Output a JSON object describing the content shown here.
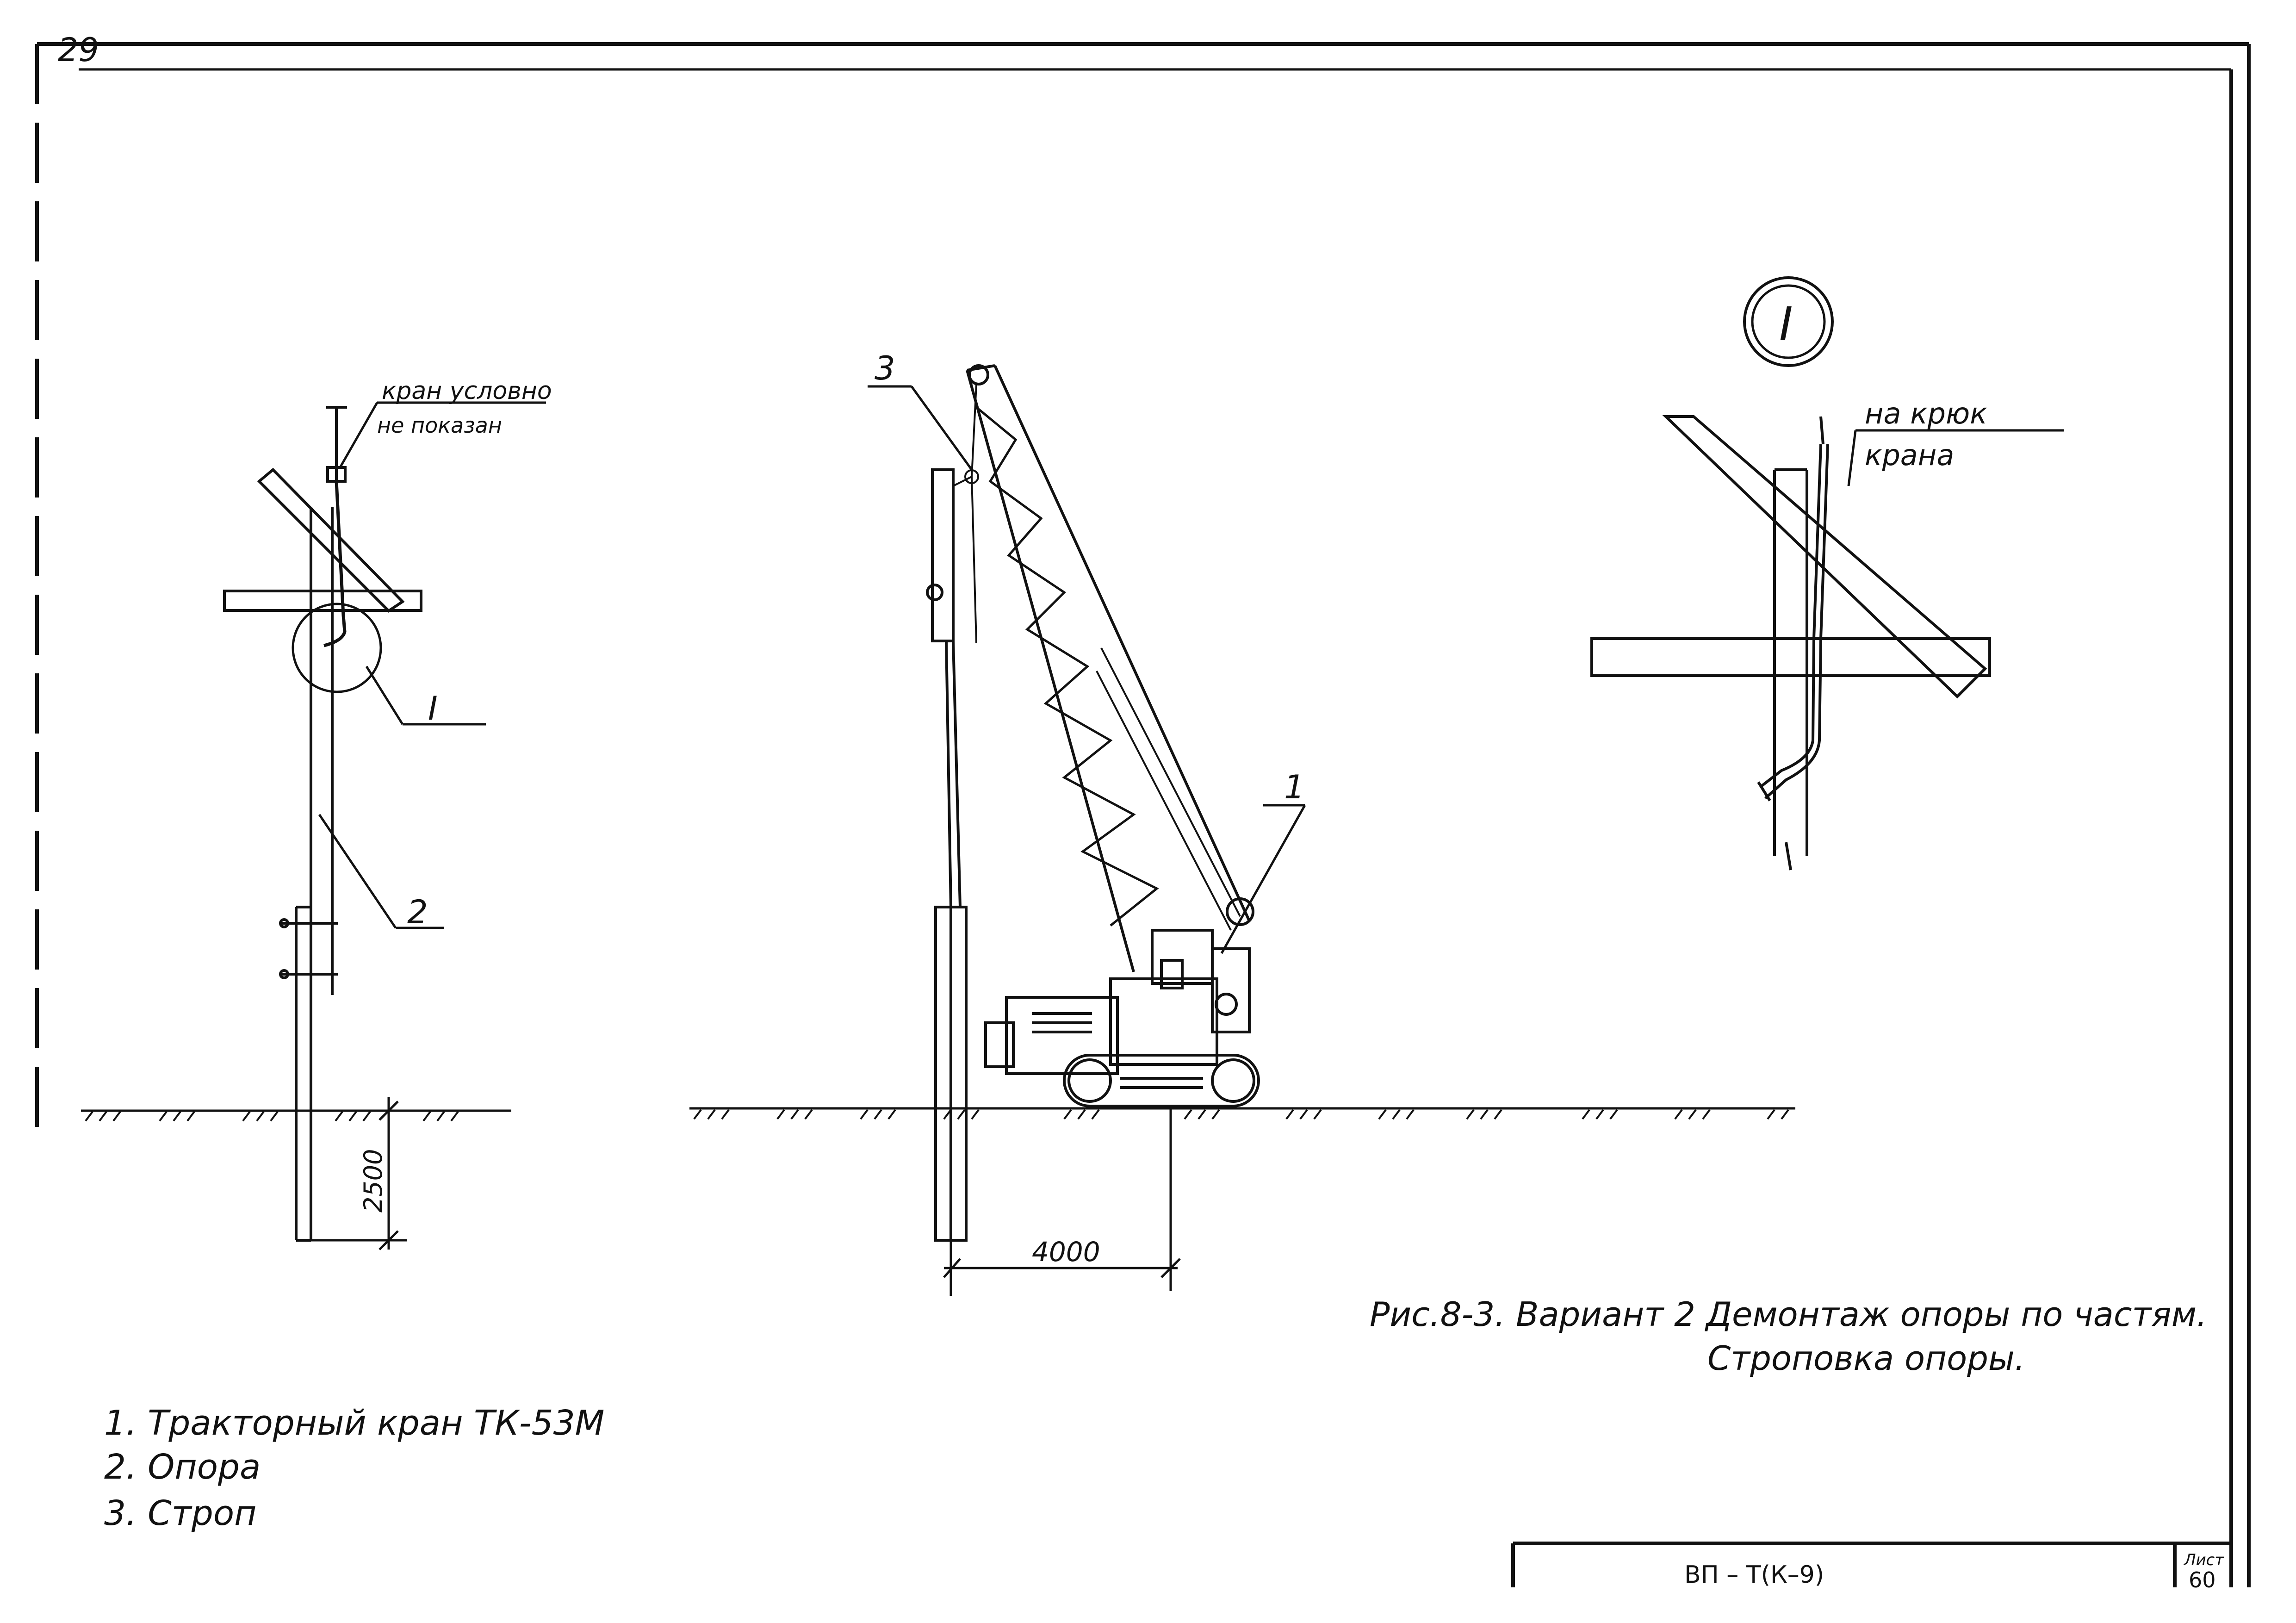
{
  "sheet": {
    "corner_mark": "29",
    "stamp_code": "ВП – Т(К–9)",
    "sheet_label": "Лист",
    "sheet_number": "60"
  },
  "left_view": {
    "note_line1": "кран условно",
    "note_line2": "не показан",
    "callout_detail": "I",
    "callout_pole": "2",
    "dim_depth": "2500"
  },
  "middle_view": {
    "callout_sling": "3",
    "callout_crane": "1",
    "dim_distance": "4000"
  },
  "detail_view": {
    "detail_mark": "I",
    "note_line1": "на крюк",
    "note_line2": "крана"
  },
  "caption": {
    "line1": "Рис.8-3. Вариант 2 Демонтаж опоры по частям.",
    "line2": "Строповка опоры."
  },
  "legend": {
    "items": [
      "1. Тракторный кран ТК-53М",
      "2. Опора",
      "3. Строп"
    ]
  }
}
